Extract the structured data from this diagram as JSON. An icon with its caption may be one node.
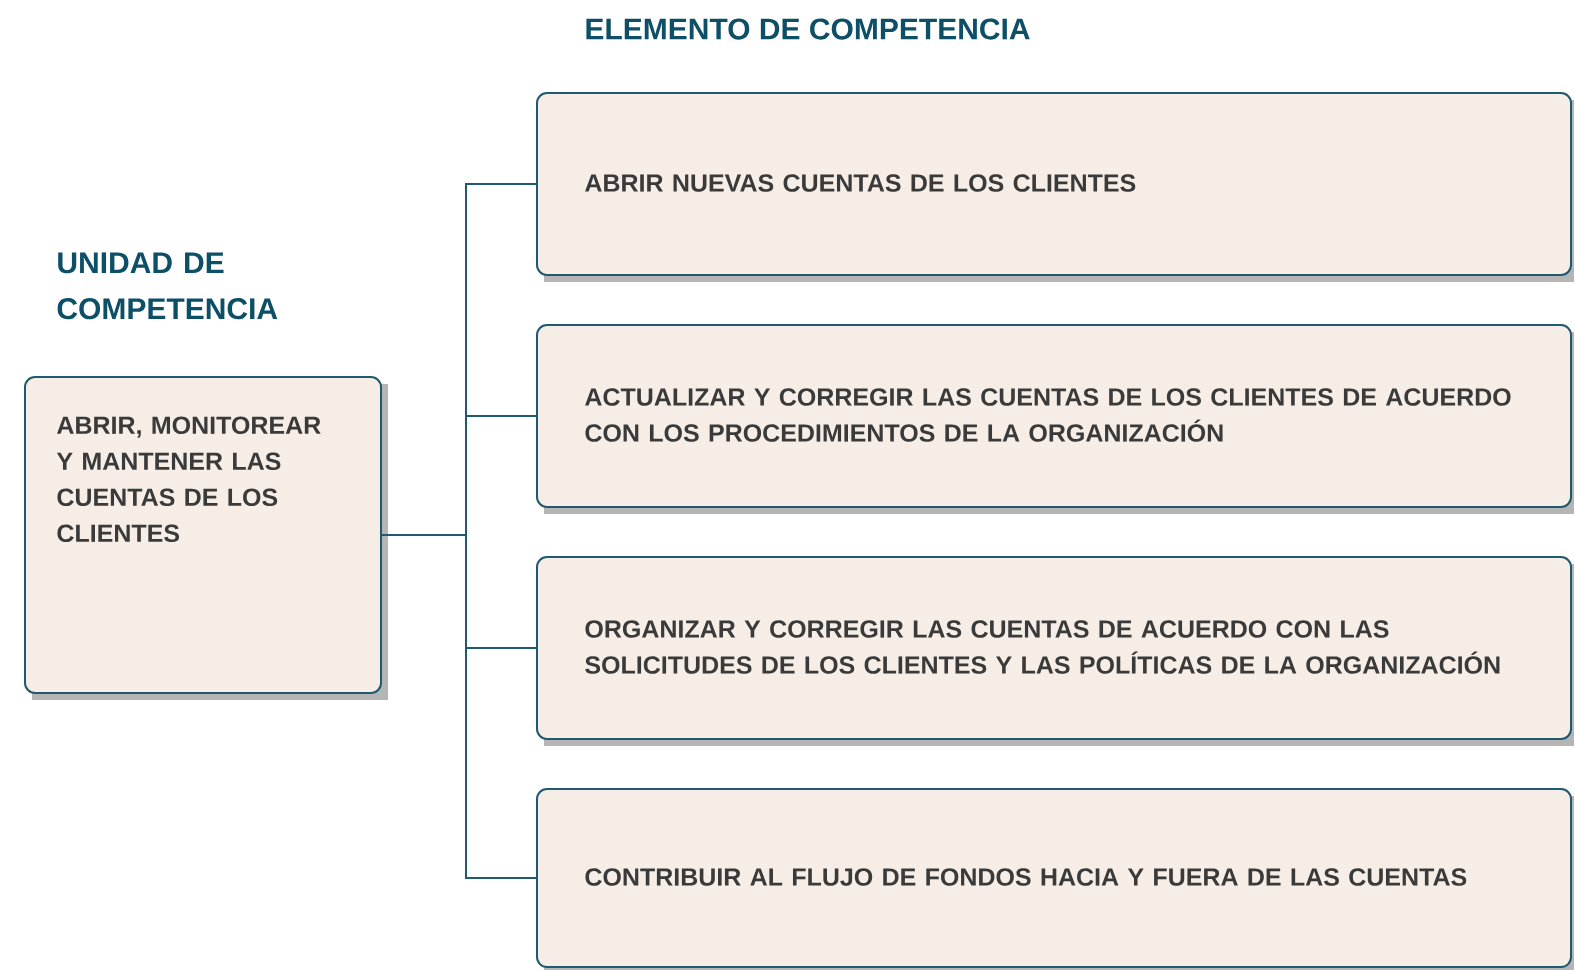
{
  "diagram": {
    "title": "ELEMENTO DE COMPETENCIA",
    "nodes": [
      {
        "text": [
          "UNIDAD DE COMPETENCIA",
          "ABRIR, MONITOREAR Y MANTENER LAS CUENTAS DE LOS CLIENTES"
        ]
      },
      {
        "text": [
          "ABRIR NUEVAS CUENTAS DE LOS CLIENTES"
        ]
      },
      {
        "text": [
          "ACTUALIZAR Y CORREGIR LAS CUENTAS DE LOS CLIENTES DE ACUERDO CON LOS PROCEDIMIENTOS DE LA ORGANIZACIÓN"
        ]
      },
      {
        "text": [
          "ORGANIZAR Y CORREGIR LAS CUENTAS DE ACUERDO CON LAS SOLICITUDES DE LOS CLIENTES Y LAS POLÍTICAS DE LA ORGANIZACIÓN"
        ]
      },
      {
        "text": [
          "CONTRIBUIR AL FLUJO DE FONDOS HACIA Y FUERA DE LAS CUENTAS"
        ]
      }
    ],
    "edges": [
      {
        "from": 0,
        "to": 1,
        "arrow": "none"
      },
      {
        "from": 0,
        "to": 2,
        "arrow": "none"
      },
      {
        "from": 0,
        "to": 3,
        "arrow": "none"
      },
      {
        "from": 0,
        "to": 4,
        "arrow": "none"
      }
    ]
  }
}
